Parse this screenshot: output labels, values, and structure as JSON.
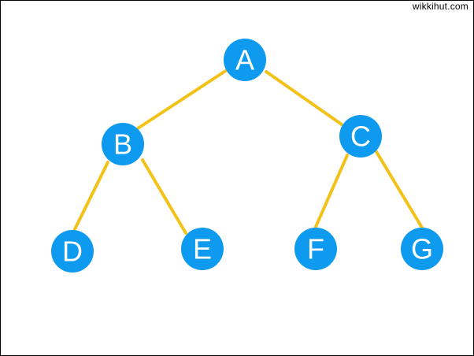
{
  "watermark": "wikkihut.com",
  "colors": {
    "node_fill": "#0e9bef",
    "edge_stroke": "#f2c218",
    "label": "#ffffff",
    "background": "#ffffff"
  },
  "tree": {
    "nodes": [
      {
        "id": "A",
        "label": "A"
      },
      {
        "id": "B",
        "label": "B"
      },
      {
        "id": "C",
        "label": "C"
      },
      {
        "id": "D",
        "label": "D"
      },
      {
        "id": "E",
        "label": "E"
      },
      {
        "id": "F",
        "label": "F"
      },
      {
        "id": "G",
        "label": "G"
      }
    ],
    "edges": [
      {
        "from": "A",
        "to": "B"
      },
      {
        "from": "A",
        "to": "C"
      },
      {
        "from": "B",
        "to": "D"
      },
      {
        "from": "B",
        "to": "E"
      },
      {
        "from": "C",
        "to": "F"
      },
      {
        "from": "C",
        "to": "G"
      }
    ]
  }
}
